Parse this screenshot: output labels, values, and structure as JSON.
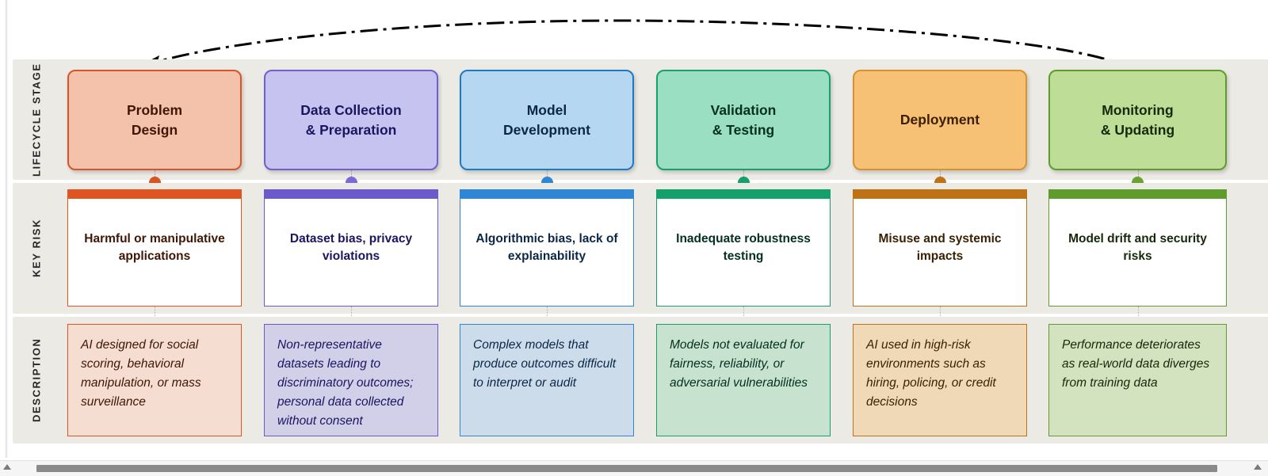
{
  "diagram": {
    "row_labels": {
      "lifecycle": "LIFECYCLE STAGE",
      "key_risk": "KEY RISK",
      "description": "DESCRIPTION"
    },
    "feedback_arrow": {
      "name": "feedback-loop-arrow",
      "style": "dash-dot",
      "color": "#000000",
      "from": "Monitoring & Updating",
      "to": "Problem Design"
    },
    "columns": [
      {
        "stage": "Problem Design",
        "stage_line1": "Problem",
        "stage_line2": "Design",
        "key_risk": "Harmful or manipulative applications",
        "description": "AI designed for social scoring, behavioral manipulation, or mass surveillance",
        "colors": {
          "stage_fill": "#f4c2ab",
          "stage_border": "#d8552a",
          "stage_text": "#401605",
          "accent": "#df5420",
          "dot": "#d9541f",
          "risk_border": "#df5420",
          "risk_text": "#401605",
          "desc_fill": "#f5ddd1",
          "desc_border": "#df5420",
          "desc_text": "#401605"
        }
      },
      {
        "stage": "Data Collection & Preparation",
        "stage_line1": "Data Collection",
        "stage_line2": "& Preparation",
        "key_risk": "Dataset bias, privacy violations",
        "description": "Non-representative datasets leading to discriminatory outcomes; personal data collected without consent",
        "colors": {
          "stage_fill": "#c7c3f0",
          "stage_border": "#6f5fd0",
          "stage_text": "#1b1560",
          "accent": "#6a5acd",
          "dot": "#7a6ad8",
          "risk_border": "#6a5acd",
          "risk_text": "#1b1560",
          "desc_fill": "#d2cfe9",
          "desc_border": "#6a5acd",
          "desc_text": "#1b1560"
        }
      },
      {
        "stage": "Model Development",
        "stage_line1": "Model",
        "stage_line2": "Development",
        "key_risk": "Algorithmic bias, lack of explainability",
        "description": "Complex models that produce outcomes difficult to interpret or audit",
        "colors": {
          "stage_fill": "#b6d7f2",
          "stage_border": "#1f7ac4",
          "stage_text": "#0b2747",
          "accent": "#2e86d6",
          "dot": "#2e86d6",
          "risk_border": "#2e86d6",
          "risk_text": "#0b2747",
          "desc_fill": "#ccdcea",
          "desc_border": "#2e86d6",
          "desc_text": "#0b2747"
        }
      },
      {
        "stage": "Validation & Testing",
        "stage_line1": "Validation",
        "stage_line2": "& Testing",
        "key_risk": "Inadequate robustness testing",
        "description": "Models not evaluated for fairness, reliability, or adversarial vulnerabilities",
        "colors": {
          "stage_fill": "#9adfc2",
          "stage_border": "#17a06a",
          "stage_text": "#04301e",
          "accent": "#14a06a",
          "dot": "#14a06a",
          "risk_border": "#14a06a",
          "risk_text": "#04301e",
          "desc_fill": "#c7e2cf",
          "desc_border": "#14a06a",
          "desc_text": "#04301e"
        }
      },
      {
        "stage": "Deployment",
        "stage_line1": "Deployment",
        "stage_line2": "",
        "key_risk": "Misuse and systemic impacts",
        "description": "AI used in high-risk environments such as hiring, policing, or credit decisions",
        "colors": {
          "stage_fill": "#f7c175",
          "stage_border": "#d79231",
          "stage_text": "#3a1f02",
          "accent": "#bf7214",
          "dot": "#bf7214",
          "risk_border": "#bf7214",
          "risk_text": "#3a1f02",
          "desc_fill": "#f0d9b6",
          "desc_border": "#bf7214",
          "desc_text": "#3a1f02"
        }
      },
      {
        "stage": "Monitoring & Updating",
        "stage_line1": "Monitoring",
        "stage_line2": "& Updating",
        "key_risk": "Model drift and security risks",
        "description": "Performance deteriorates as real-world data diverges from training data",
        "colors": {
          "stage_fill": "#bedd96",
          "stage_border": "#5f9c2c",
          "stage_text": "#15290a",
          "accent": "#5f9c2c",
          "dot": "#6aa42f",
          "risk_border": "#5f9c2c",
          "risk_text": "#15290a",
          "desc_fill": "#d3e3c0",
          "desc_border": "#5f9c2c",
          "desc_text": "#15290a"
        }
      }
    ]
  }
}
